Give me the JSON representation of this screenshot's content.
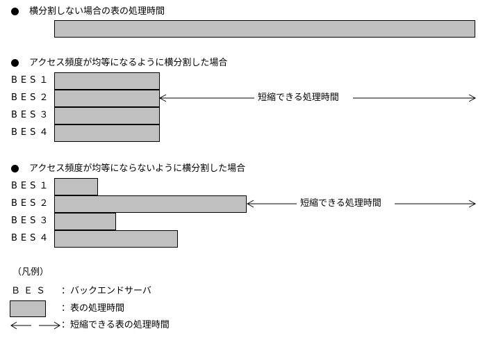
{
  "section1": {
    "title": "横分割しない場合の表の処理時間"
  },
  "section2": {
    "title": "アクセス頻度が均等になるように横分割した場合",
    "rows": [
      {
        "label": "BES１",
        "value": 1.0
      },
      {
        "label": "BES２",
        "value": 1.0
      },
      {
        "label": "BES３",
        "value": 1.0
      },
      {
        "label": "BES４",
        "value": 1.0
      }
    ],
    "arrow_label": "短縮できる処理時間"
  },
  "section3": {
    "title": "アクセス頻度が均等にならないように横分割した場合",
    "rows": [
      {
        "label": "BES１",
        "value": 0.41
      },
      {
        "label": "BES２",
        "value": 1.83
      },
      {
        "label": "BES３",
        "value": 0.58
      },
      {
        "label": "BES４",
        "value": 1.17
      }
    ],
    "arrow_label": "短縮できる処理時間"
  },
  "legend": {
    "title": "（凡例）",
    "bes_term": "ＢＥＳ",
    "bes_desc": "：バックエンドサーバ",
    "bar_desc": "：表の処理時間",
    "arrow_desc": "：短縮できる表の処理時間"
  },
  "colors": {
    "bar_fill": "#c0c0c0",
    "line": "#000000"
  }
}
